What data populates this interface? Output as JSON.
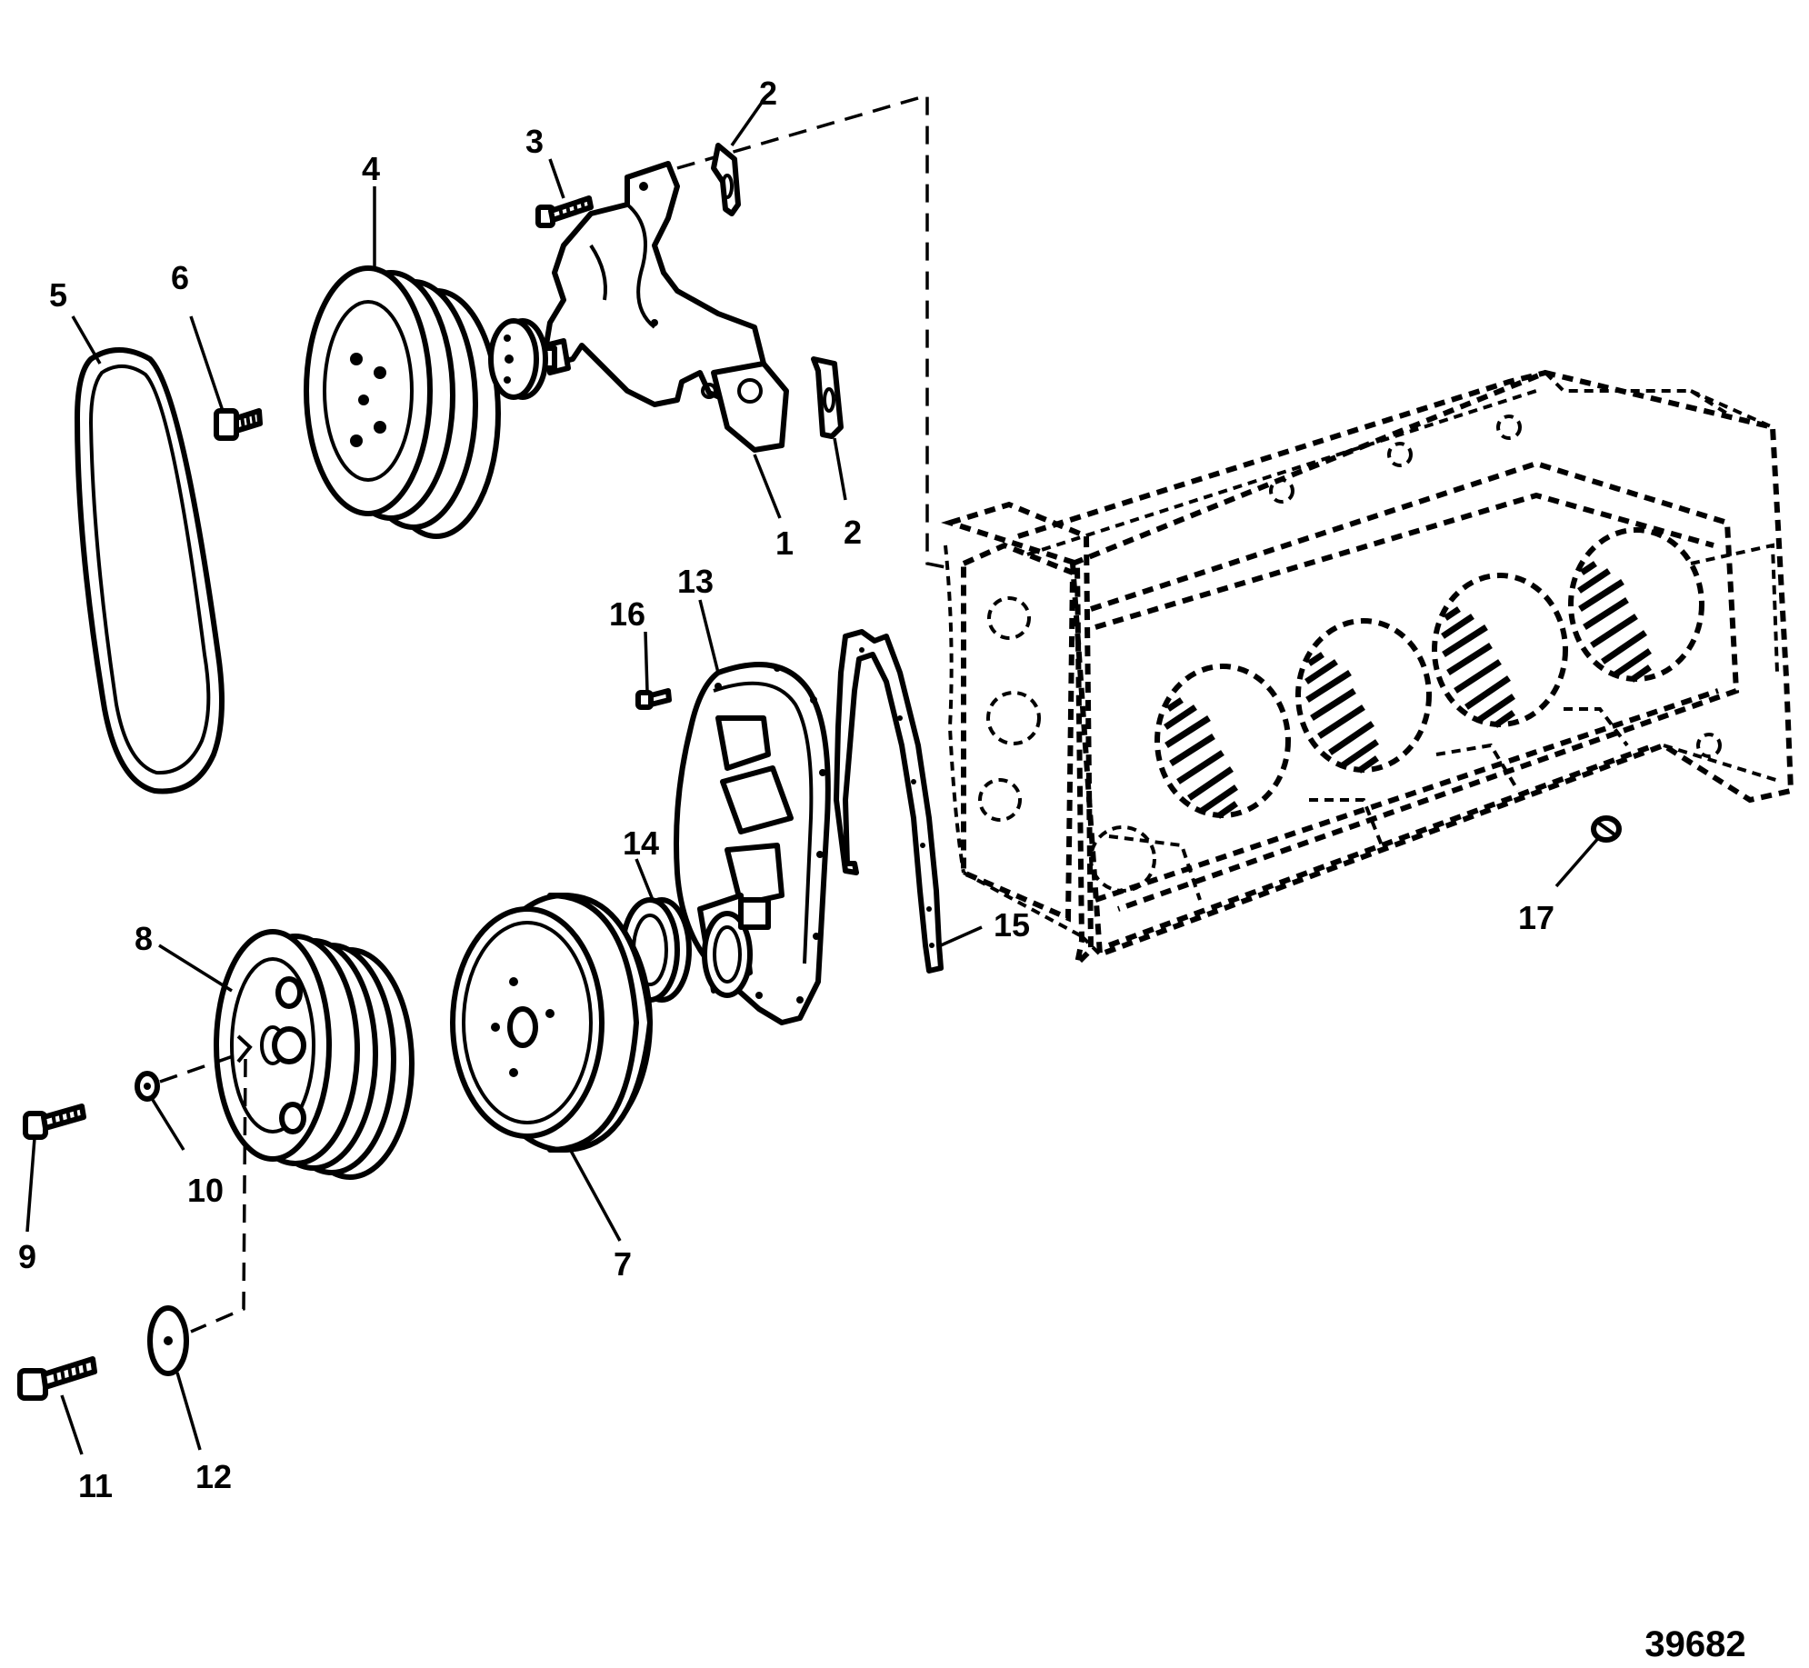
{
  "callouts": [
    "1",
    "2",
    "2",
    "3",
    "4",
    "5",
    "6",
    "7",
    "8",
    "9",
    "10",
    "11",
    "12",
    "13",
    "14",
    "15",
    "16",
    "17"
  ],
  "figure_number": "39682",
  "parts": [
    {
      "id": "1",
      "icon": "water-pump-icon"
    },
    {
      "id": "2",
      "icon": "gasket-icon"
    },
    {
      "id": "3",
      "icon": "bolt-icon"
    },
    {
      "id": "4",
      "icon": "pulley-icon"
    },
    {
      "id": "5",
      "icon": "drive-belt-icon"
    },
    {
      "id": "6",
      "icon": "bolt-icon"
    },
    {
      "id": "7",
      "icon": "harmonic-balancer-icon"
    },
    {
      "id": "8",
      "icon": "crankshaft-pulley-icon"
    },
    {
      "id": "9",
      "icon": "bolt-icon"
    },
    {
      "id": "10",
      "icon": "washer-icon"
    },
    {
      "id": "11",
      "icon": "bolt-icon"
    },
    {
      "id": "12",
      "icon": "washer-icon"
    },
    {
      "id": "13",
      "icon": "timing-cover-icon"
    },
    {
      "id": "14",
      "icon": "oil-seal-icon"
    },
    {
      "id": "15",
      "icon": "gasket-icon"
    },
    {
      "id": "16",
      "icon": "screw-icon"
    },
    {
      "id": "17",
      "icon": "plug-icon"
    }
  ]
}
